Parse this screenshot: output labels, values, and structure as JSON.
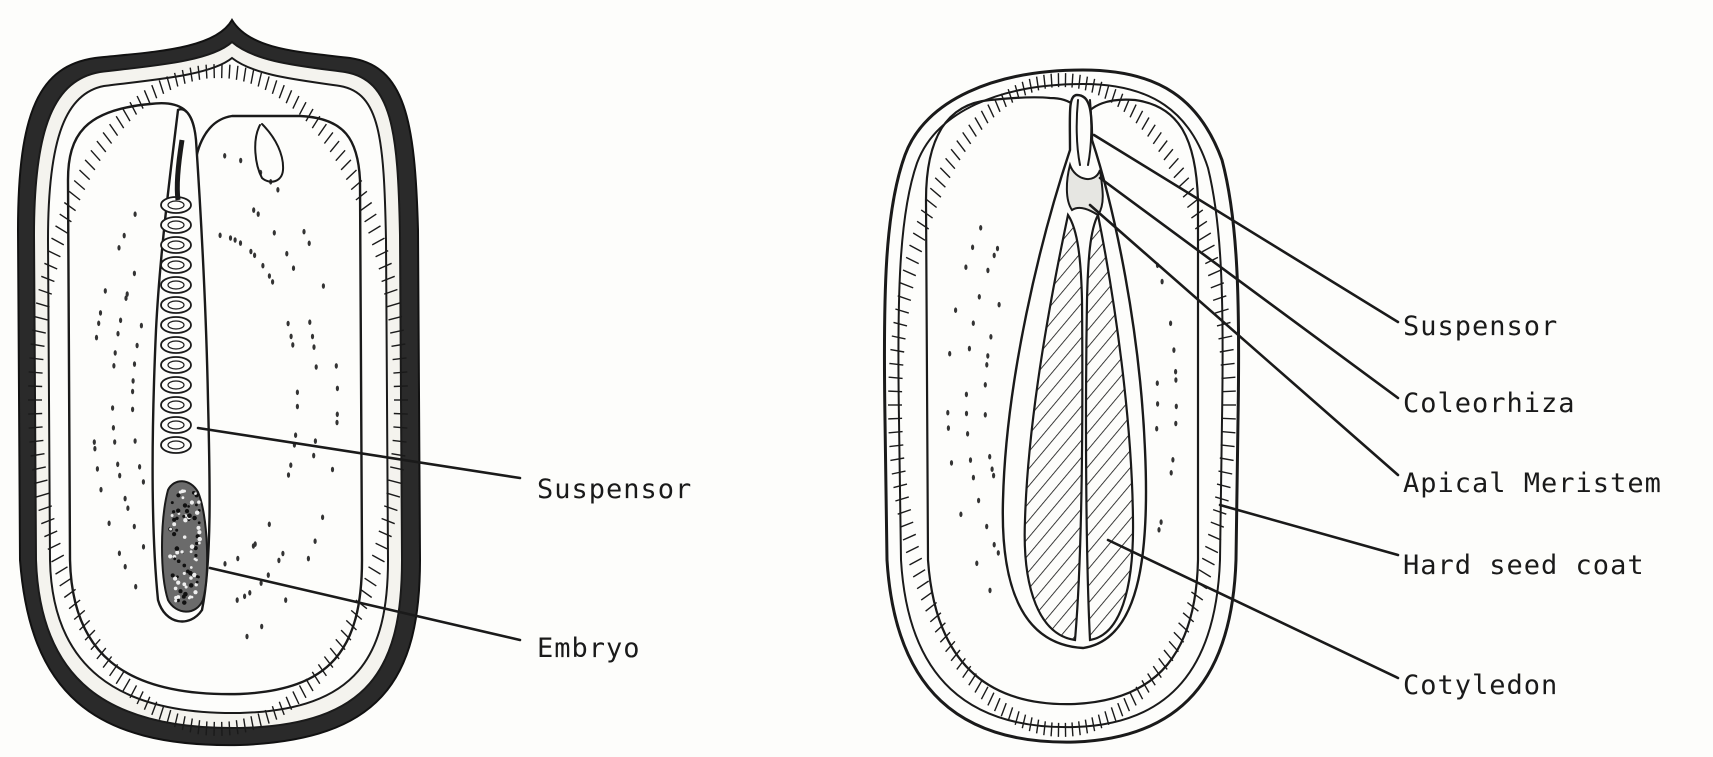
{
  "figure": {
    "left_seed": {
      "labels": {
        "suspensor": "Suspensor",
        "embryo": "Embryo"
      }
    },
    "right_seed": {
      "labels": {
        "suspensor": "Suspensor",
        "coleorhiza": "Coleorhiza",
        "apical_meristem": "Apical Meristem",
        "hard_seed_coat": "Hard seed coat",
        "cotyledon": "Cotyledon"
      }
    }
  }
}
